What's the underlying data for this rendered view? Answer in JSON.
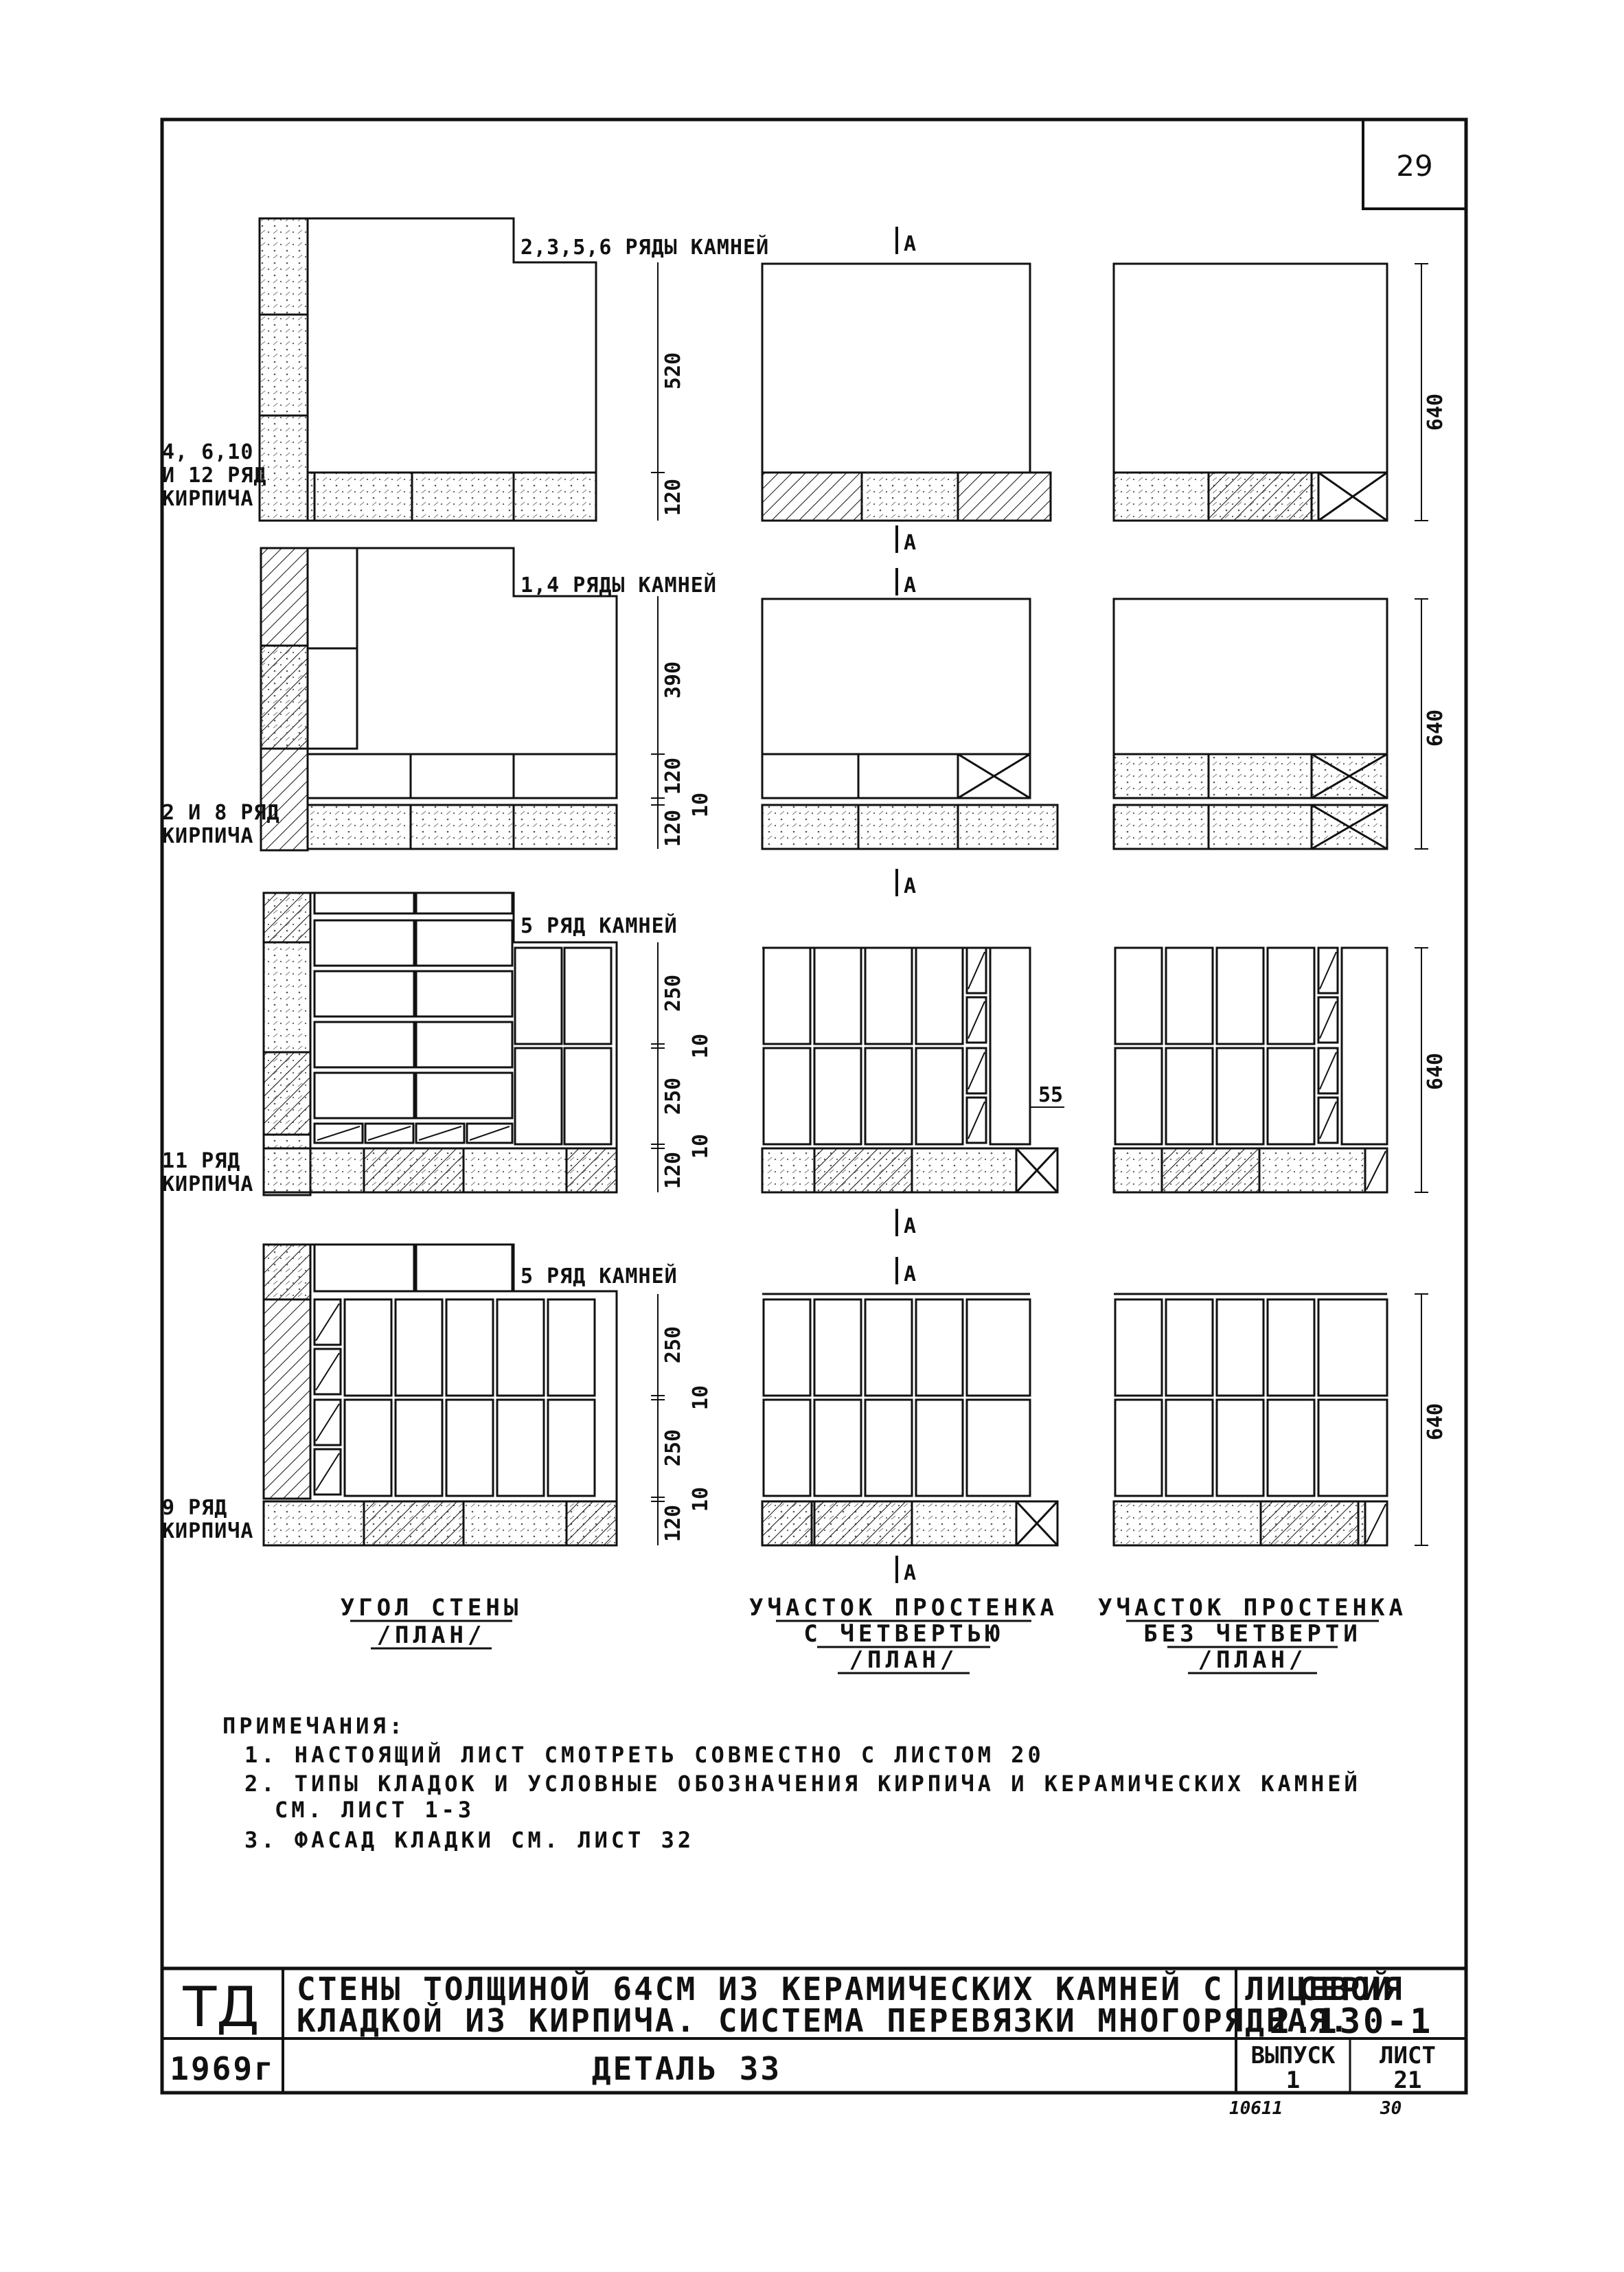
{
  "sheet_number": "29",
  "rows": [
    {
      "stone_rows_label": "2,3,5,6 РЯДЫ КАМНЕЙ",
      "brick_row_label": [
        "4, 6,10",
        "И 12 РЯД",
        "КИРПИЧА"
      ],
      "dims": [
        "520",
        "120"
      ],
      "overall_dim": "640",
      "section_mark": "A"
    },
    {
      "stone_rows_label": "1,4 РЯДЫ КАМНЕЙ",
      "brick_row_label": [
        "2 И 8 РЯД",
        "КИРПИЧА"
      ],
      "dims": [
        "390",
        "120",
        "10",
        "120"
      ],
      "overall_dim": "640",
      "section_mark": "A"
    },
    {
      "stone_rows_label": "5 РЯД КАМНЕЙ",
      "brick_row_label": [
        "11 РЯД",
        "КИРПИЧА"
      ],
      "dims": [
        "250",
        "10",
        "250",
        "10",
        "120"
      ],
      "overall_dim": "640",
      "extra_dim": "55",
      "section_mark": "A"
    },
    {
      "stone_rows_label": "5 РЯД КАМНЕЙ",
      "brick_row_label": [
        "9 РЯД",
        "КИРПИЧА"
      ],
      "dims": [
        "250",
        "10",
        "250",
        "10",
        "120"
      ],
      "overall_dim": "640",
      "section_mark": "A"
    }
  ],
  "captions": [
    {
      "lines": [
        "УГОЛ СТЕНЫ",
        "/ПЛАН/"
      ]
    },
    {
      "lines": [
        "УЧАСТОК ПРОСТЕНКА",
        "С ЧЕТВЕРТЬЮ",
        "/ПЛАН/"
      ]
    },
    {
      "lines": [
        "УЧАСТОК ПРОСТЕНКА",
        "БЕЗ ЧЕТВЕРТИ",
        "/ПЛАН/"
      ]
    }
  ],
  "notes": {
    "title": "ПРИМЕЧАНИЯ:",
    "items": [
      "1. НАСТОЯЩИЙ ЛИСТ СМОТРЕТЬ СОВМЕСТНО С ЛИСТОМ 20",
      "2. ТИПЫ КЛАДОК И УСЛОВНЫЕ ОБОЗНАЧЕНИЯ КИРПИЧА И КЕРАМИЧЕСКИХ КАМНЕЙ",
      "СМ. ЛИСТ 1-3",
      "3. ФАСАД КЛАДКИ СМ. ЛИСТ 32"
    ]
  },
  "title_block": {
    "logo": "ТД",
    "title_line1": "СТЕНЫ ТОЛЩИНОЙ 64СМ ИЗ КЕРАМИЧЕСКИХ КАМНЕЙ С ЛИЦЕВОЙ",
    "title_line2": "КЛАДКОЙ ИЗ КИРПИЧА.  СИСТЕМА ПЕРЕВЯЗКИ МНОГОРЯДНАЯ.",
    "series_label": "СЕРИЯ",
    "series_value": "2.130-1",
    "year": "1969г",
    "detail": "ДЕТАЛЬ 33",
    "issue_label": "ВЫПУСК",
    "issue_value": "1",
    "sheet_label": "ЛИСТ",
    "sheet_value": "21",
    "footer_left": "10611",
    "footer_right": "30"
  }
}
